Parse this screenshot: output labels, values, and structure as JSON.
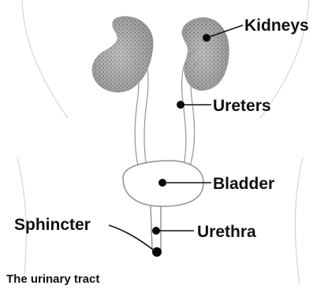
{
  "labels": {
    "kidneys": "Kidneys",
    "ureters": "Ureters",
    "bladder": "Bladder",
    "sphincter": "Sphincter",
    "urethra": "Urethra"
  },
  "caption": "The urinary tract"
}
